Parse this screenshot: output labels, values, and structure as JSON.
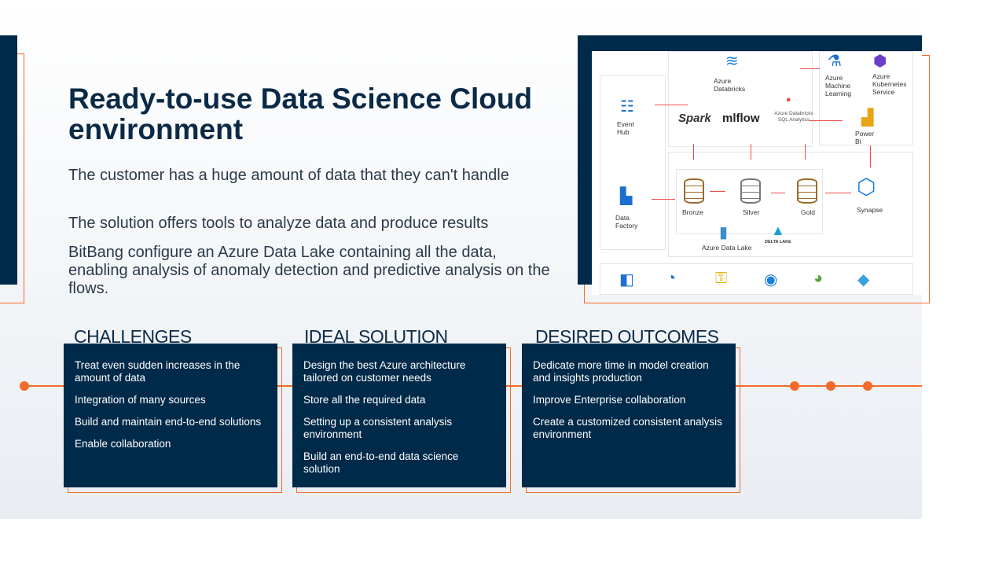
{
  "title": "Ready-to-use Data Science Cloud environment",
  "paragraphs": [
    "The customer has a huge amount of data that they can't handle",
    " The solution offers tools to analyze data and produce results",
    "BitBang configure an Azure Data Lake containing all the data, enabling analysis of anomaly detection and predictive analysis on the flows."
  ],
  "sections": [
    {
      "heading": "CHALLENGES",
      "items": [
        "Treat even sudden increases in the amount of data",
        "Integration of many sources",
        "Build and maintain end-to-end solutions",
        "Enable collaboration"
      ]
    },
    {
      "heading": "IDEAL SOLUTION",
      "items": [
        "Design the best Azure architecture tailored on customer needs",
        "Store all the required data",
        "Setting up a consistent analysis environment",
        "Build an end-to-end data science solution"
      ]
    },
    {
      "heading": "DESIRED OUTCOMES",
      "items": [
        "Dedicate more time in model creation and insights production",
        "Improve Enterprise collaboration",
        "Create a customized consistent analysis environment"
      ]
    }
  ],
  "diagram": {
    "event_hub": "Event Hub",
    "data_factory": "Data Factory",
    "databricks": "Azure Databricks",
    "spark": "Spark",
    "mlflow": "mlflow",
    "sql_analytics": "Azure Databricks SQL Analytics",
    "aml": "Azure Machine Learning",
    "aks": "Azure Kubernetes Service",
    "power_bi": "Power BI",
    "bronze": "Bronze",
    "silver": "Silver",
    "gold": "Gold",
    "synapse": "Synapse",
    "data_lake": "Azure Data Lake",
    "delta_lake": "DELTA LAKE"
  },
  "colors": {
    "navy": "#002a4a",
    "orange": "#f26b2a"
  }
}
